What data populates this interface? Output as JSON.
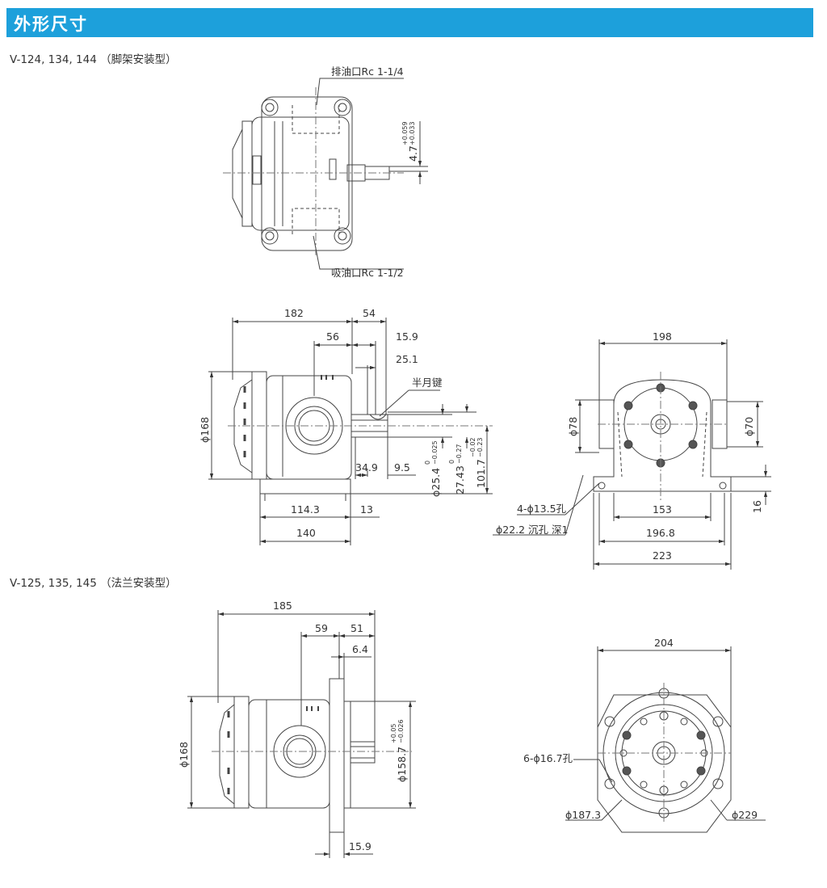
{
  "header": {
    "title": "外形尺寸"
  },
  "sections": {
    "foot": "V-124, 134, 144 （脚架安装型）",
    "flange": "V-125, 135, 145 （法兰安装型）"
  },
  "foot_top": {
    "outlet": "排油口Rc 1-1/4",
    "inlet": "吸油口Rc 1-1/2",
    "key_dim": "4.7",
    "key_tol_up": "+0.059",
    "key_tol_lo": "+0.033"
  },
  "foot_side": {
    "d182": "182",
    "d54": "54",
    "d56": "56",
    "d15_9": "15.9",
    "d25_1": "25.1",
    "key": "半月键",
    "d168": "ϕ168",
    "d34_9": "34.9",
    "d9_5": "9.5",
    "d25_4": "ϕ25.4",
    "d25_4_up": "0",
    "d25_4_lo": "−0.025",
    "d27_43": "27.43",
    "d27_43_up": "0",
    "d27_43_lo": "−0.27",
    "d101_7": "101.7",
    "d101_7_up": "−0.02",
    "d101_7_lo": "−0.23",
    "d114_3": "114.3",
    "d13": "13",
    "d140": "140"
  },
  "foot_front": {
    "d198": "198",
    "d78": "ϕ78",
    "d70": "ϕ70",
    "holes": "4-ϕ13.5孔",
    "counter": "ϕ22.2 沉孔 深1",
    "d153": "153",
    "d196_8": "196.8",
    "d223": "223",
    "d16": "16"
  },
  "flange_side": {
    "d185": "185",
    "d59": "59",
    "d51": "51",
    "d6_4": "6.4",
    "d168": "ϕ168",
    "d158_7": "ϕ158.7",
    "d158_7_up": "+0.05",
    "d158_7_lo": "−0.026",
    "d15_9": "15.9"
  },
  "flange_front": {
    "d204": "204",
    "holes": "6-ϕ16.7孔",
    "d187_3": "ϕ187.3",
    "d229": "ϕ229"
  }
}
